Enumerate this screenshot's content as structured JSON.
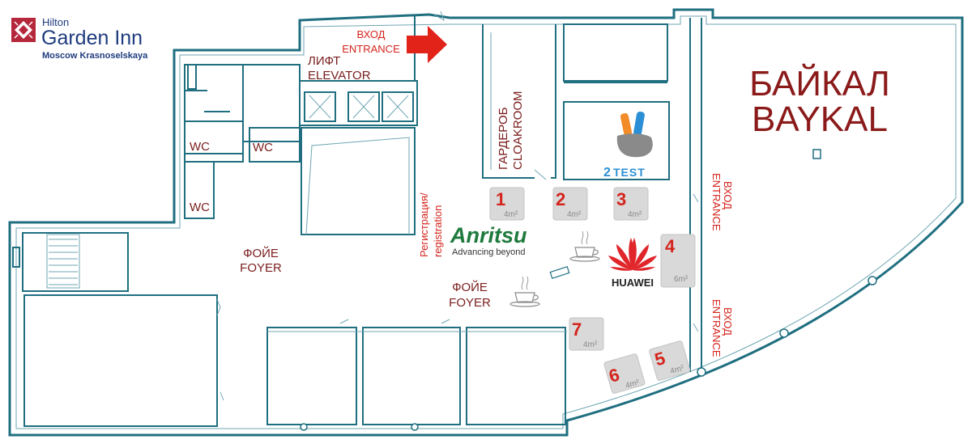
{
  "hotel": {
    "line1": "Hilton",
    "line2": "Garden Inn",
    "line3": "Moscow Krasnoselskaya",
    "brand_color": "#1f3c7d",
    "logo_color": "#b5283b"
  },
  "rooms": {
    "entrance_ru": "ВХОД",
    "entrance_en": "ENTRANCE",
    "elevator_ru": "ЛИФТ",
    "elevator_en": "ELEVATOR",
    "cloakroom_ru": "ГАРДЕРОБ",
    "cloakroom_en": "CLOAKROOM",
    "wc1": "WC",
    "wc2": "WC",
    "wc3": "WC",
    "foyer1_ru": "ФОЙЕ",
    "foyer1_en": "FOYER",
    "foyer2_ru": "ФОЙЕ",
    "foyer2_en": "FOYER",
    "registration_ru": "Регистрация/",
    "registration_en": "registration",
    "hall_ru": "БАЙКАЛ",
    "hall_en": "BAYKAL",
    "side_entrance_ru": "ВХОД",
    "side_entrance_en": "ENTRANCE"
  },
  "sponsors": {
    "anritsu_name": "Anritsu",
    "anritsu_tagline": "Advancing beyond",
    "huawei_name": "HUAWEI",
    "twotest_name": "TEST",
    "twotest_digit": "2"
  },
  "booths": [
    {
      "num": "1",
      "area": "4m²"
    },
    {
      "num": "2",
      "area": "4m²"
    },
    {
      "num": "3",
      "area": "4m²"
    },
    {
      "num": "4",
      "area": "6m²"
    },
    {
      "num": "5",
      "area": "4m²"
    },
    {
      "num": "6",
      "area": "4m²"
    },
    {
      "num": "7",
      "area": "4m²"
    }
  ],
  "colors": {
    "wall": "#1f6f80",
    "label": "#7a1d1d",
    "accent_red": "#d4241c",
    "booth_fill": "#d9d9d9"
  },
  "icons": [
    "coffee-cup-icon",
    "coffee-cup-icon",
    "entrance-arrow-icon",
    "victory-hand-icon",
    "huawei-logo-icon",
    "hilton-logo-icon"
  ]
}
